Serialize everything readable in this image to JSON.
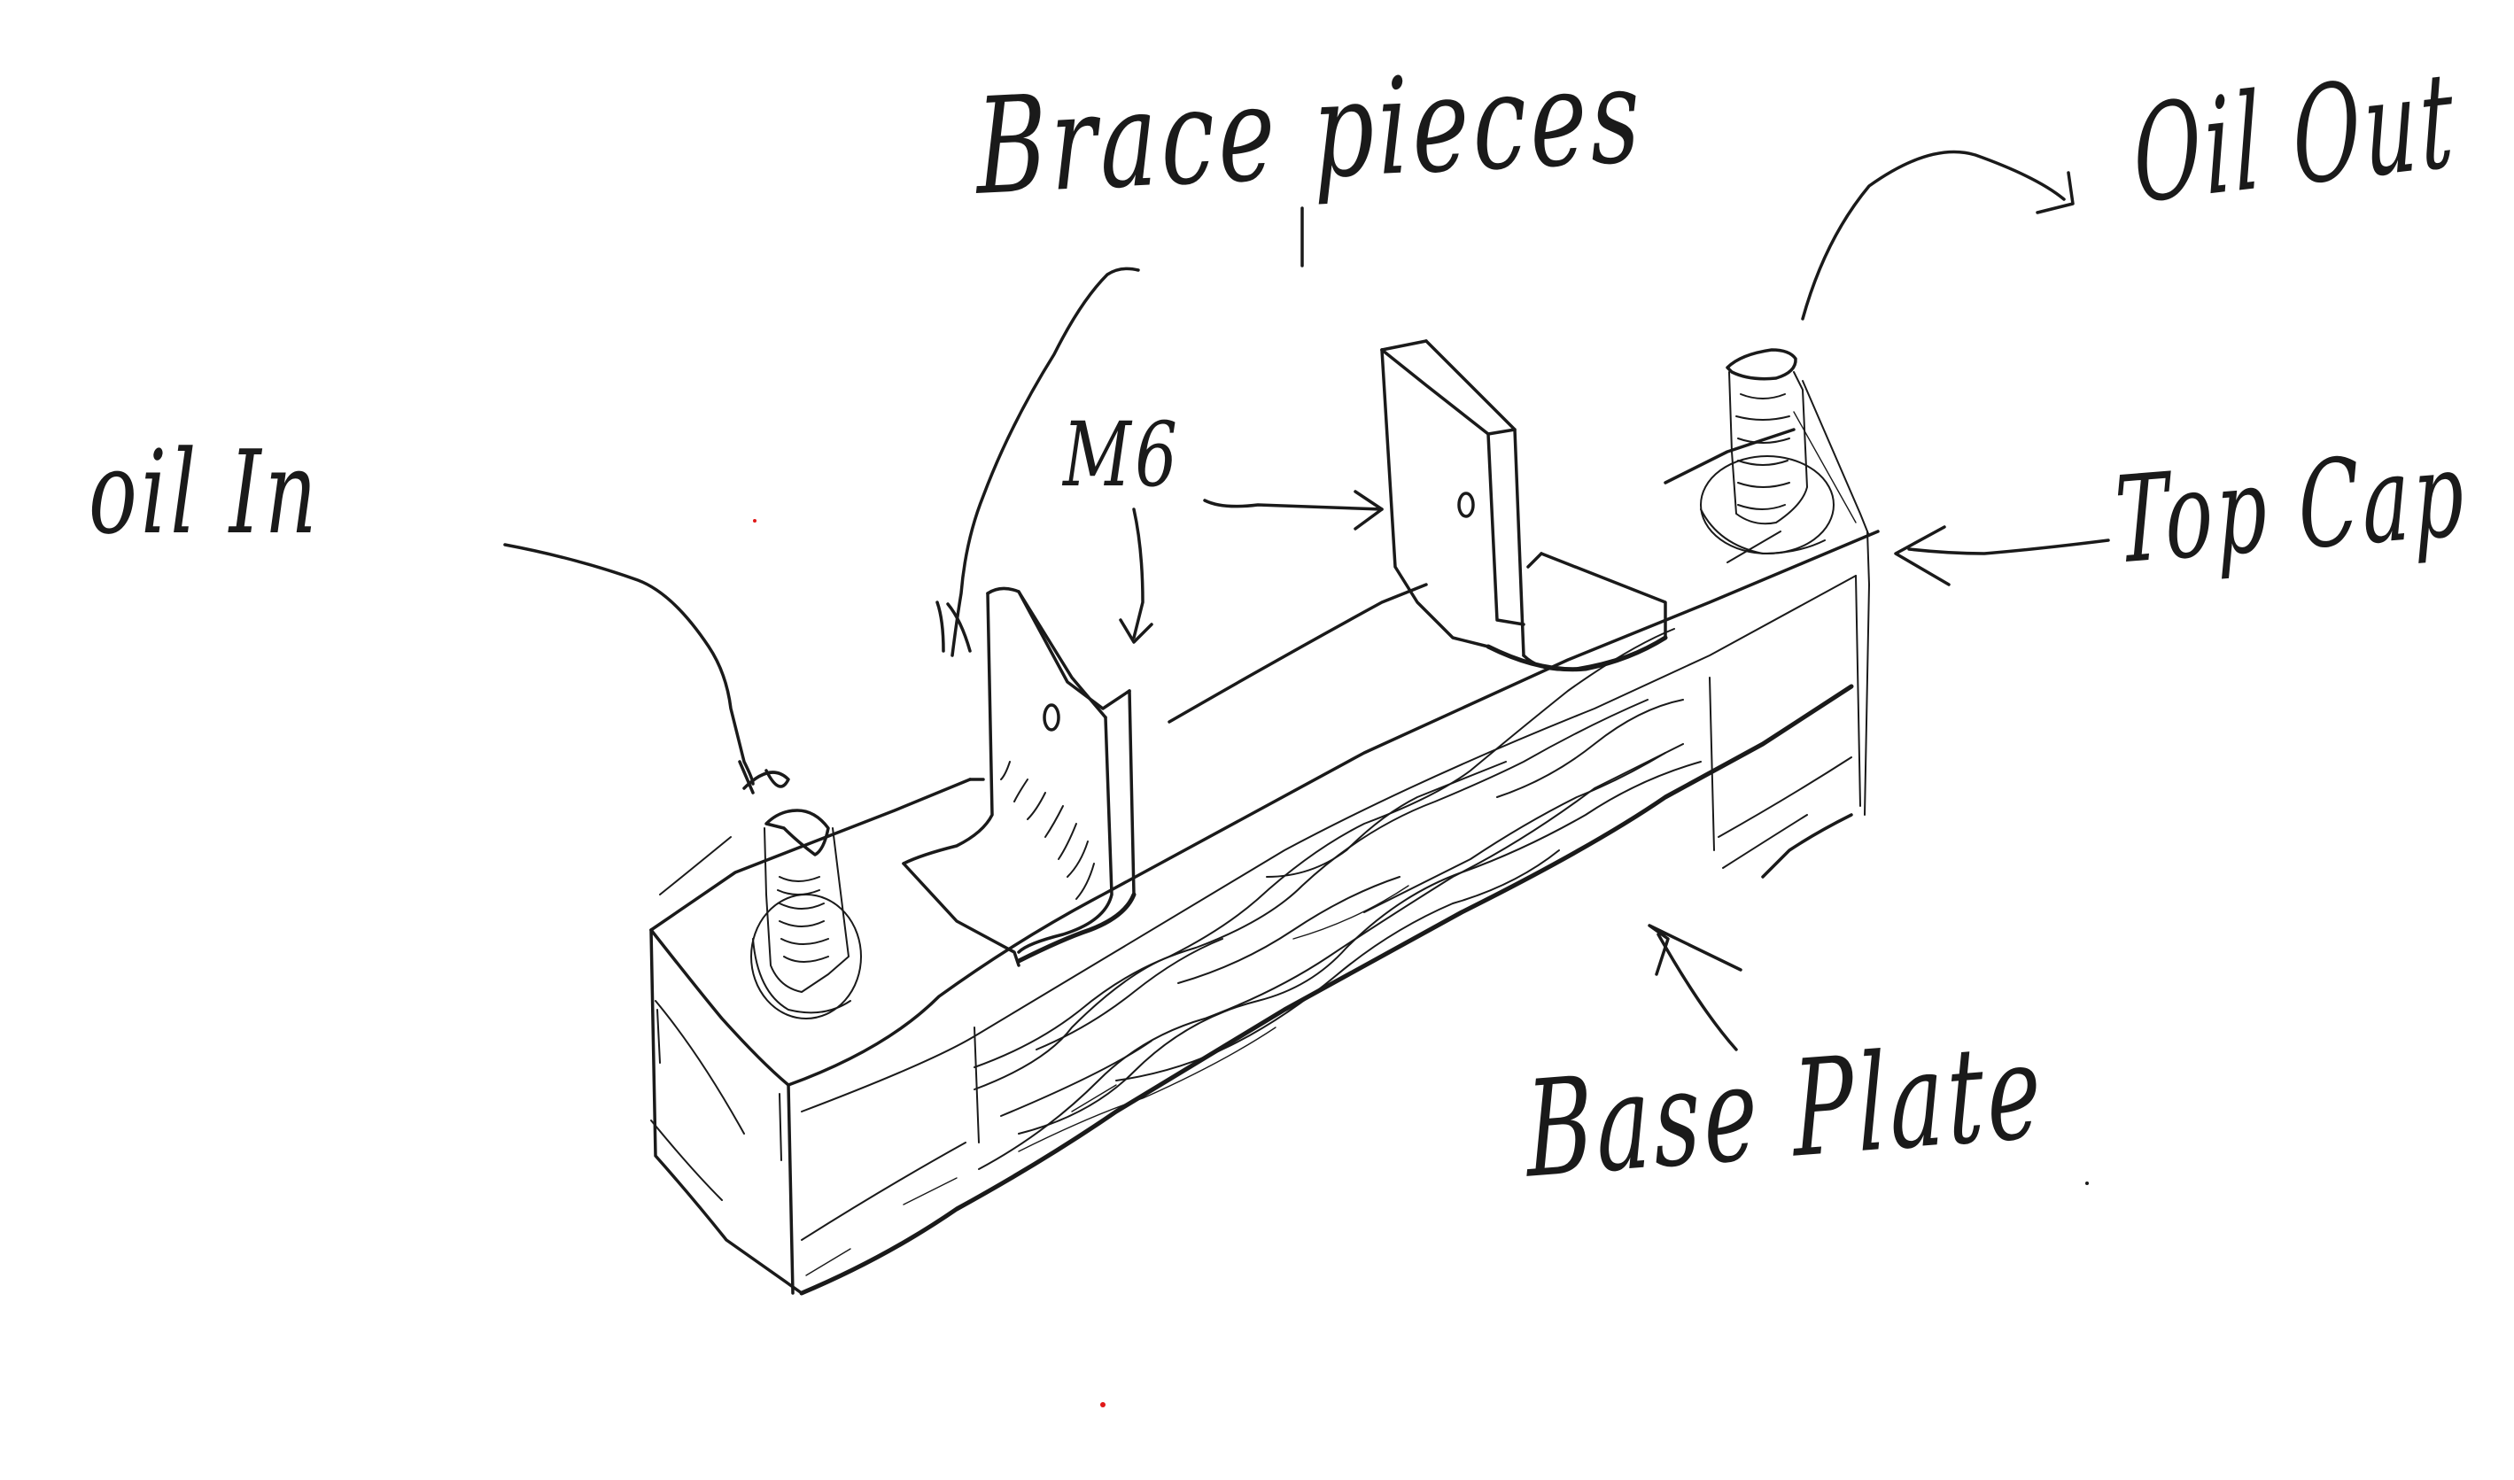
{
  "diagram": {
    "title": "Sketch: oil block assembly with brace pieces",
    "background_color": "#ffffff",
    "ink_color": "#1a1a1a",
    "accent_dot_color": "#e01818",
    "labels": {
      "brace_pieces": "Brace pieces",
      "oil_out": "Oil Out",
      "oil_in": "oil In",
      "m6": "M6",
      "top_cap": "Top Cap",
      "base_plate": "Base Plate"
    },
    "components": [
      {
        "id": "base-plate",
        "name": "Base Plate"
      },
      {
        "id": "top-cap",
        "name": "Top Cap"
      },
      {
        "id": "brace-left",
        "name": "Brace piece (left)",
        "hole": "M6"
      },
      {
        "id": "brace-right",
        "name": "Brace piece (right)",
        "hole": "M6"
      },
      {
        "id": "fitting-in",
        "name": "Oil In fitting"
      },
      {
        "id": "fitting-out",
        "name": "Oil Out fitting"
      }
    ],
    "annotations": [
      {
        "label": "Brace pieces",
        "points_to": "brace-left"
      },
      {
        "label": "Oil Out",
        "points_to": "fitting-out"
      },
      {
        "label": "oil In",
        "points_to": "fitting-in"
      },
      {
        "label": "M6",
        "points_to": [
          "brace-left",
          "brace-right"
        ]
      },
      {
        "label": "Top Cap",
        "points_to": "top-cap"
      },
      {
        "label": "Base Plate",
        "points_to": "base-plate"
      }
    ]
  }
}
